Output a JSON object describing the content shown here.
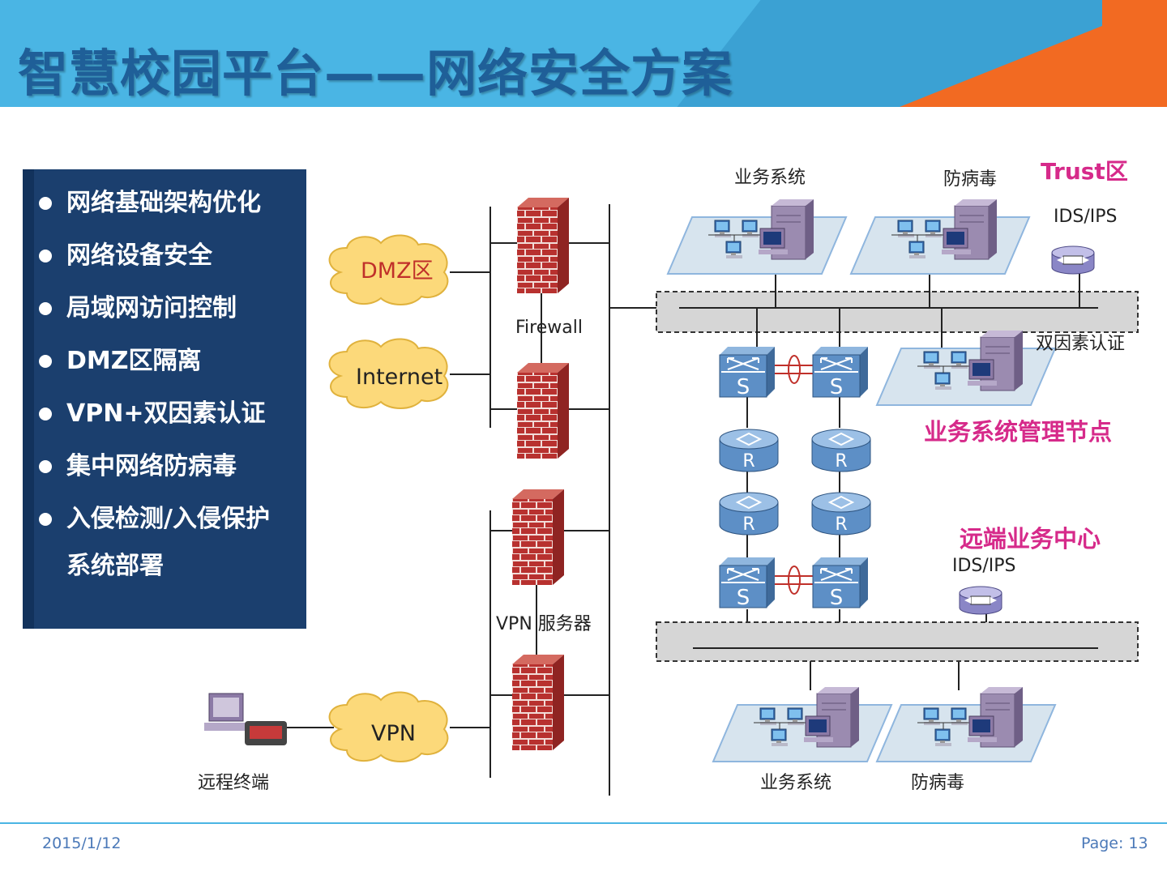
{
  "title": "智慧校园平台——网络安全方案",
  "bullets": [
    "网络基础架构优化",
    "网络设备安全",
    "局域网访问控制",
    "DMZ区隔离",
    "VPN+双因素认证",
    "集中网络防病毒",
    "入侵检测/入侵保护",
    "系统部署"
  ],
  "diagram": {
    "clouds": {
      "dmz": "DMZ区",
      "internet": "Internet",
      "vpn": "VPN"
    },
    "firewall_label": "Firewall",
    "vpn_server_label": "VPN 服务器",
    "remote_terminal": "远程终端",
    "top_business": "业务系统",
    "top_antivirus": "防病毒",
    "trust_zone": "Trust区",
    "ids_ips_top": "IDS/IPS",
    "two_factor": "双因素认证",
    "mgmt_node": "业务系统管理节点",
    "remote_center": "远端业务中心",
    "ids_ips_bottom": "IDS/IPS",
    "bottom_business": "业务系统",
    "bottom_antivirus": "防病毒",
    "switch_letter": "S",
    "router_letter": "R"
  },
  "footer": {
    "date": "2015/1/12",
    "page": "Page: 13"
  },
  "colors": {
    "header": "#4ab5e4",
    "accent_orange": "#f26a22",
    "panel": "#1b3f6e",
    "pink": "#d62a8a",
    "cloud": "#fcd97a"
  }
}
